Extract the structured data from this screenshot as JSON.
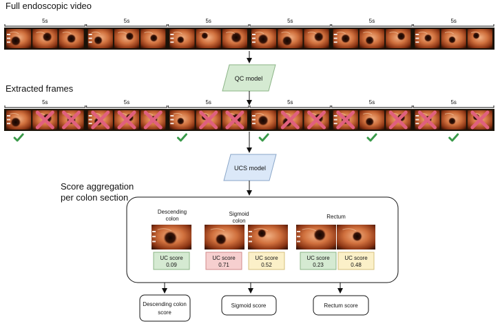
{
  "headings": {
    "full_video": "Full endoscopic video",
    "extracted": "Extracted frames",
    "aggregation_line1": "Score aggregation",
    "aggregation_line2": "per colon section"
  },
  "segment_label": "5s",
  "video_row": {
    "segments": 6,
    "frames_per_segment": 3
  },
  "extracted_row": {
    "segments": 6,
    "frames_per_segment": 3,
    "kept_frames": [
      0,
      6,
      9,
      13,
      16
    ]
  },
  "qc_model": {
    "label": "QC model",
    "color": "#d5ead2"
  },
  "ucs_model": {
    "label": "UCS model",
    "color": "#dbe8f8"
  },
  "sections": [
    {
      "title_line1": "Descending",
      "title_line2": "colon",
      "scores": [
        {
          "label": "UC score",
          "value": "0.09",
          "color": "#d5ead2"
        }
      ],
      "output": {
        "line1": "Descending colon",
        "line2": "score"
      }
    },
    {
      "title_line1": "Sigmoid",
      "title_line2": "colon",
      "scores": [
        {
          "label": "UC score",
          "value": "0.71",
          "color": "#f6cfcf"
        },
        {
          "label": "UC score",
          "value": "0.52",
          "color": "#fbf0c8"
        }
      ],
      "output": {
        "line1": "Sigmoid score",
        "line2": ""
      }
    },
    {
      "title_line1": "Rectum",
      "title_line2": "",
      "scores": [
        {
          "label": "UC score",
          "value": "0.23",
          "color": "#d5ead2"
        },
        {
          "label": "UC score",
          "value": "0.48",
          "color": "#fbf0c8"
        }
      ],
      "output": {
        "line1": "Rectum score",
        "line2": ""
      }
    }
  ],
  "colors": {
    "rejected_cross": "#e0607e",
    "accepted_check": "#3a9a4a",
    "film": "#1a1208"
  },
  "icons": {
    "reject": "cross-icon",
    "accept": "check-icon"
  }
}
